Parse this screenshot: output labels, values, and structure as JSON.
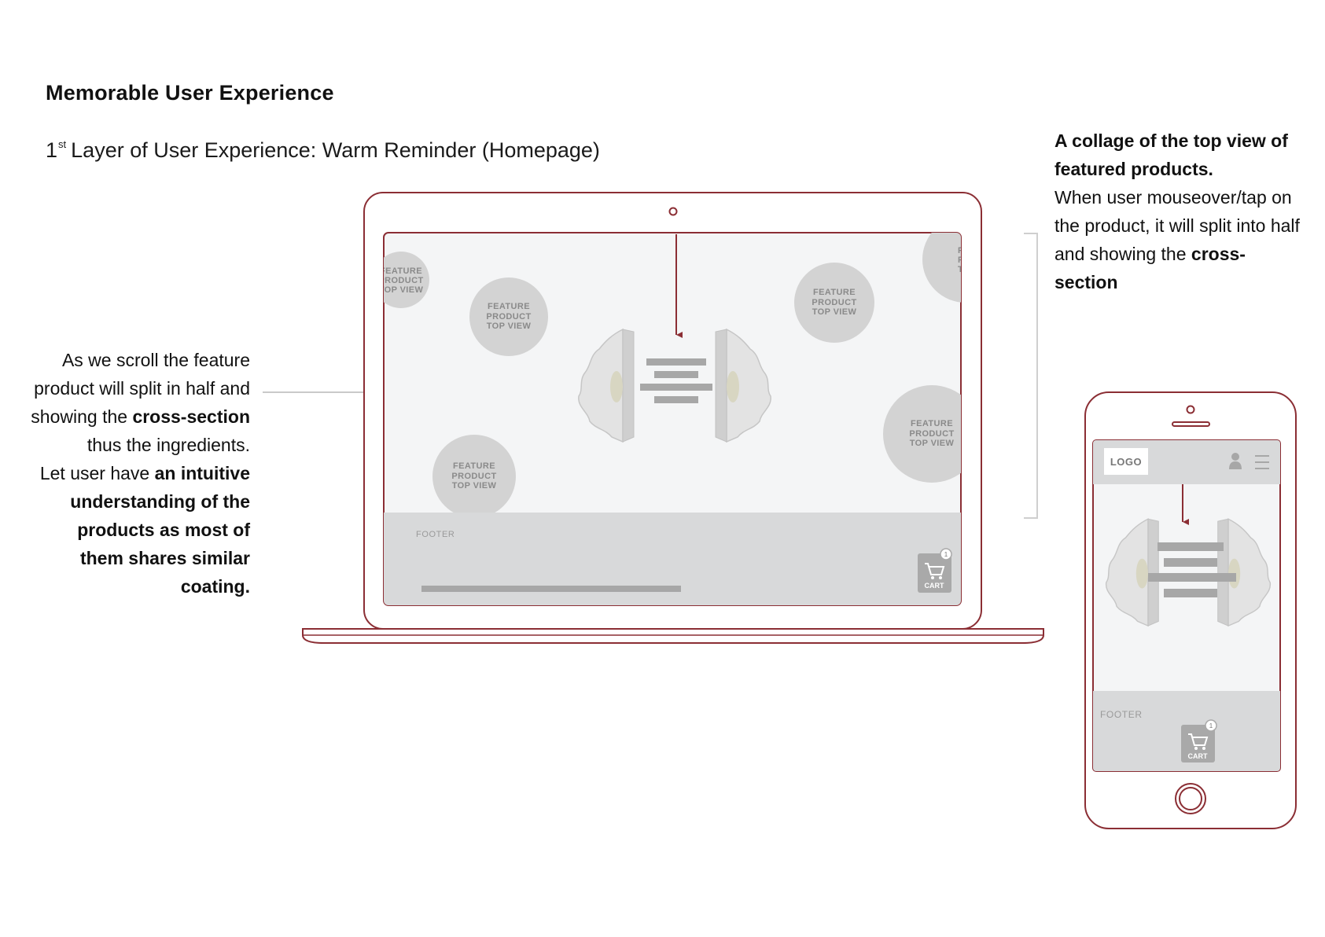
{
  "title": "Memorable User Experience",
  "subtitle": {
    "prefix": "1",
    "superscript": "st",
    "rest": "Layer of User Experience: Warm Reminder (Homepage)"
  },
  "left_note": {
    "line1": "As we scroll the feature product will split in half and showing the ",
    "bold1": "cross-section",
    "line2": " thus the ingredients.",
    "line3": "Let user have ",
    "bold2": "an intuitive understanding of the products as most of them shares similar coating."
  },
  "right_note": {
    "bold": "A collage of the top view of featured products.",
    "text": "When user mouseover/tap on the product, it will split into half and showing the ",
    "bold_end": "cross-section"
  },
  "laptop": {
    "feature_label": [
      "FEATURE",
      "PRODUCT",
      "TOP VIEW"
    ],
    "footer_label": "FOOTER",
    "cart_label": "CART",
    "cart_count": "1"
  },
  "phone": {
    "logo": "LOGO",
    "footer_label": "FOOTER",
    "cart_label": "CART",
    "cart_count": "1"
  },
  "colors": {
    "device_outline": "#8b2e34",
    "screen_bg": "#f4f5f6",
    "footer_bg": "#d8d9da",
    "circle": "#d3d3d3",
    "bar": "#a7a7a7"
  }
}
